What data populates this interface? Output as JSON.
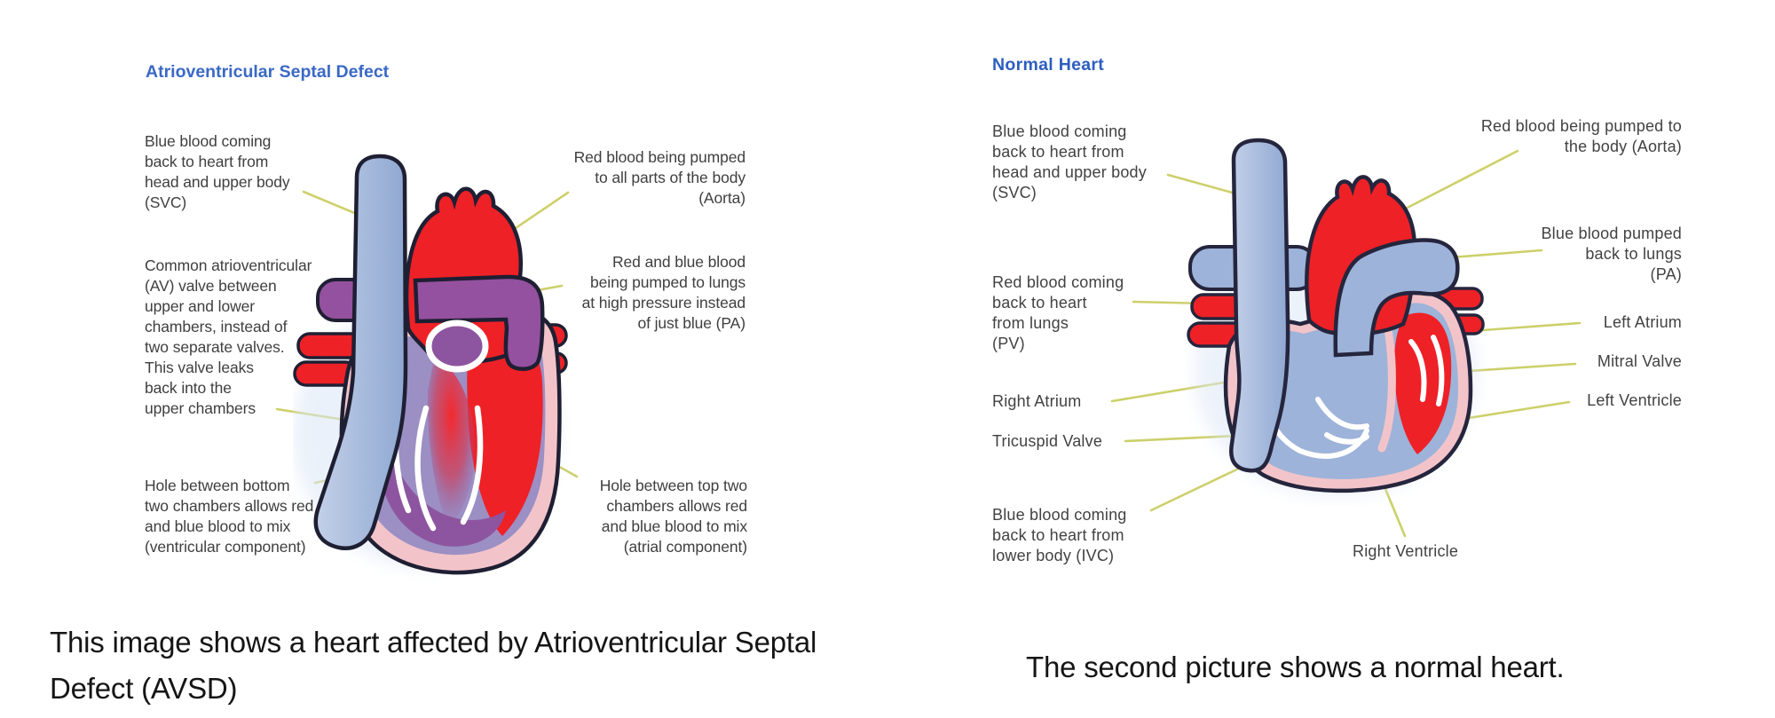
{
  "avsd": {
    "title": "Atrioventricular Septal Defect",
    "labels": {
      "svc": "Blue blood coming\nback to heart from\nhead and upper body\n(SVC)",
      "av_valve": "Common atrioventricular\n(AV) valve between\nupper and lower\nchambers, instead of\ntwo separate valves.\nThis valve leaks\nback into the\nupper chambers",
      "ventricular_hole": "Hole between bottom\ntwo chambers allows red\nand blue blood to mix\n(ventricular component)",
      "aorta": "Red blood being pumped\nto all parts of the body\n(Aorta)",
      "pa": "Red and blue blood\nbeing pumped to lungs\nat high pressure instead\nof just blue (PA)",
      "atrial_hole": "Hole between top two\nchambers allows red\nand blue blood to mix\n(atrial component)"
    },
    "caption": "This image shows a heart affected by Atrioventricular Septal Defect (AVSD)"
  },
  "normal": {
    "title": "Normal Heart",
    "labels": {
      "svc": "Blue blood coming\nback to heart from\nhead and upper body\n(SVC)",
      "pv": "Red blood coming\nback to heart\nfrom lungs\n(PV)",
      "right_atrium": "Right Atrium",
      "tricuspid_valve": "Tricuspid Valve",
      "ivc": "Blue blood coming\nback to heart from\nlower body (IVC)",
      "aorta": "Red blood being pumped to\nthe body (Aorta)",
      "pa": "Blue blood pumped\nback to lungs\n(PA)",
      "left_atrium": "Left Atrium",
      "mitral_valve": "Mitral Valve",
      "left_ventricle": "Left Ventricle",
      "right_ventricle": "Right Ventricle"
    },
    "caption": "The second picture shows a normal heart."
  },
  "colors": {
    "title_blue_left": "#3a68c6",
    "title_blue_right": "#2d5ec0",
    "label_text": "#3f3f3f",
    "caption_text": "#151515",
    "leader_line": "#cdd06a",
    "heart_red": "#ee2127",
    "heart_blue": "#9db3d9",
    "heart_purple": "#94519f",
    "heart_pink": "#f2c4c9",
    "outline": "#1f1f33"
  }
}
